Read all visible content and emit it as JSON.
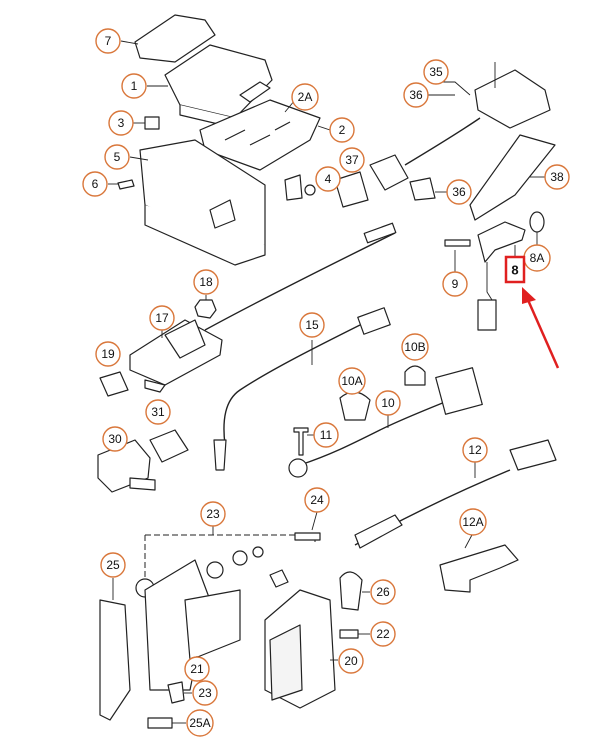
{
  "diagram": {
    "callouts": [
      "7",
      "1",
      "2A",
      "3",
      "2",
      "5",
      "6",
      "37",
      "4",
      "35",
      "36",
      "36",
      "38",
      "8A",
      "9",
      "18",
      "17",
      "15",
      "10B",
      "19",
      "10A",
      "10",
      "31",
      "11",
      "30",
      "12",
      "24",
      "23",
      "25",
      "26",
      "12A",
      "22",
      "21",
      "20",
      "23",
      "25A"
    ],
    "highlighted_callout": "8",
    "highlight_color": "#e02020",
    "callout_ring_color": "#d9773b"
  }
}
